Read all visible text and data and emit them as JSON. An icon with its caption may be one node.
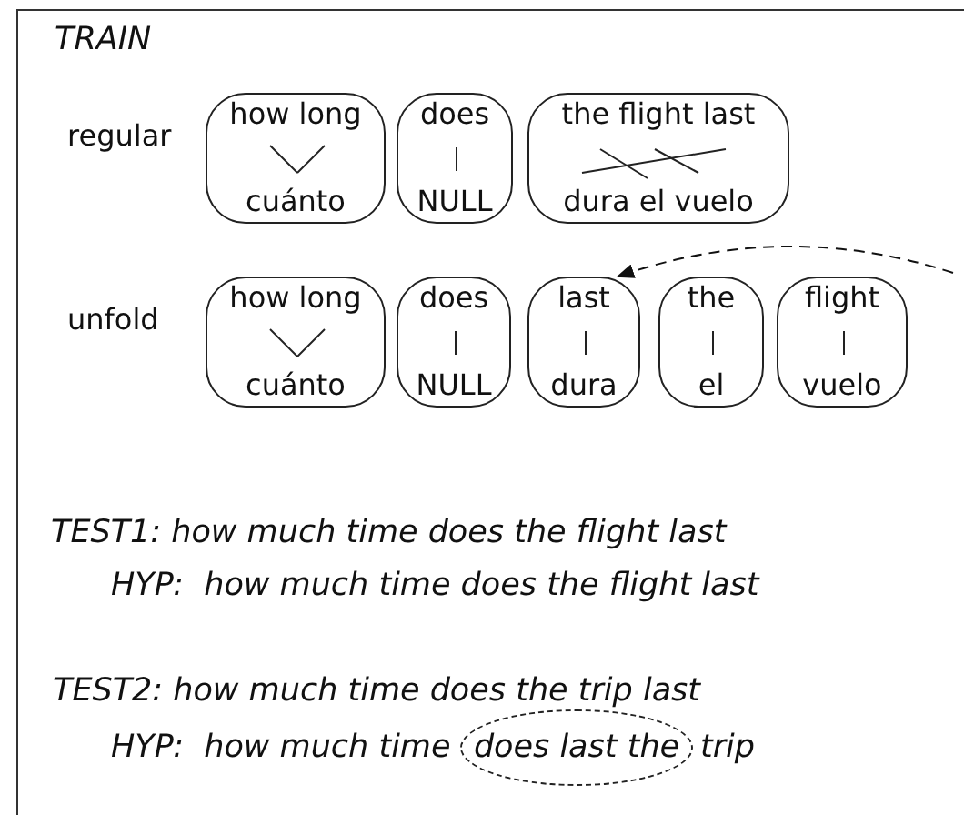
{
  "diagram": {
    "nodes": [
      {
        "text": [
          "how long",
          "cuánto"
        ]
      },
      {
        "text": [
          "does",
          "NULL"
        ]
      },
      {
        "text": [
          "the flight last",
          "dura el vuelo"
        ]
      },
      {
        "text": [
          "how long",
          "cuánto"
        ]
      },
      {
        "text": [
          "does",
          "NULL"
        ]
      },
      {
        "text": [
          "last",
          "dura"
        ]
      },
      {
        "text": [
          "the",
          "el"
        ]
      },
      {
        "text": [
          "flight",
          "vuelo"
        ]
      },
      {
        "text": [
          "does last the"
        ]
      }
    ],
    "edges": [
      {
        "from": null,
        "to": 5,
        "arrow": "to",
        "style": "dashed"
      }
    ],
    "labels": [
      "TRAIN",
      "regular",
      "unfold",
      "TEST1: how much time does the flight last",
      "HYP:  how much time does the flight last",
      "TEST2: how much time does the trip last",
      "HYP:  how much time",
      "trip"
    ]
  }
}
